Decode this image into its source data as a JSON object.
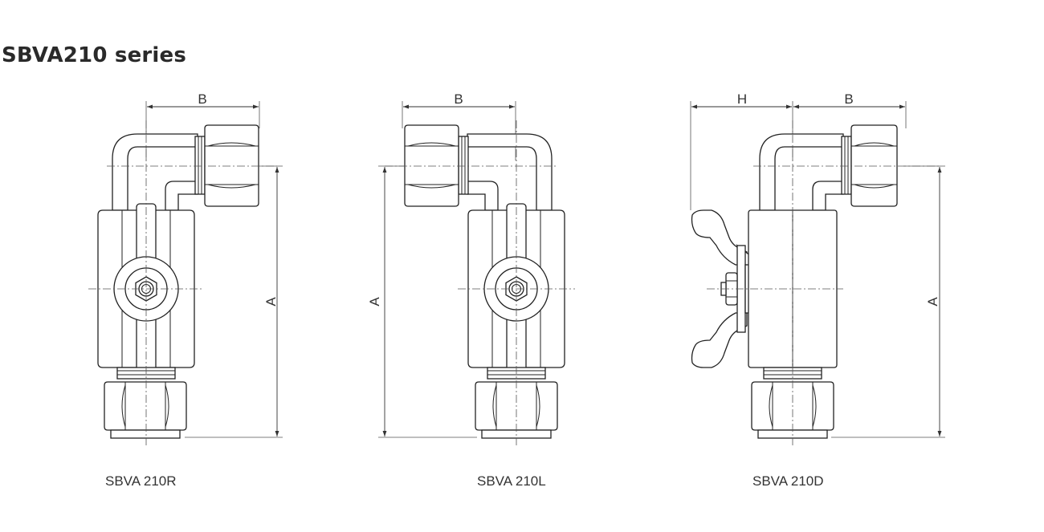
{
  "title": "SBVA210 series",
  "views": [
    {
      "caption": "SBVA 210R",
      "dim_b": "B",
      "dim_a": "A"
    },
    {
      "caption": "SBVA 210L",
      "dim_b": "B",
      "dim_a": "A"
    },
    {
      "caption": "SBVA 210D",
      "dim_h": "H",
      "dim_b": "B",
      "dim_a": "A"
    }
  ]
}
